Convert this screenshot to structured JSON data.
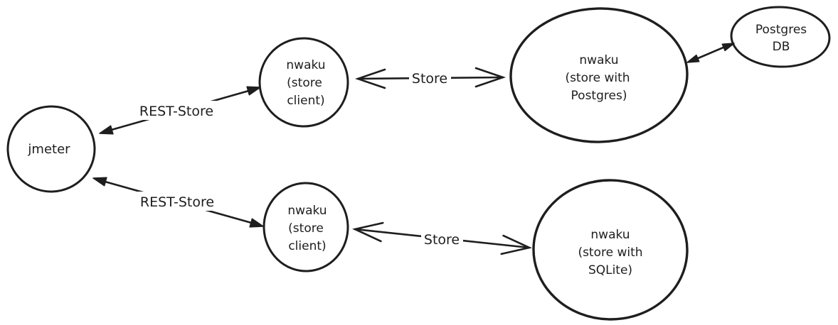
{
  "diagram": {
    "background": "#ffffff",
    "ink_color": "#1e1e1e",
    "nodes": [
      {
        "id": "jmeter",
        "shape": "circle",
        "lines": [
          "jmeter"
        ]
      },
      {
        "id": "nwaku-store-client-top",
        "shape": "circle",
        "lines": [
          "nwaku",
          "(store",
          "client)"
        ]
      },
      {
        "id": "nwaku-store-postgres",
        "shape": "ellipse",
        "lines": [
          "nwaku",
          "(store with",
          "Postgres)"
        ]
      },
      {
        "id": "postgres-db",
        "shape": "ellipse",
        "lines": [
          "Postgres",
          "DB"
        ]
      },
      {
        "id": "nwaku-store-client-bottom",
        "shape": "circle",
        "lines": [
          "nwaku",
          "(store",
          "client)"
        ]
      },
      {
        "id": "nwaku-store-sqlite",
        "shape": "circle",
        "lines": [
          "nwaku",
          "(store with",
          "SQLite)"
        ]
      }
    ],
    "edges": [
      {
        "id": "jmeter-client-top",
        "label": "REST-Store",
        "direction": "both",
        "head_style": "filled"
      },
      {
        "id": "client-top-postgres",
        "label": "Store",
        "direction": "both",
        "head_style": "open"
      },
      {
        "id": "postgres-db-link",
        "label": "",
        "direction": "both",
        "head_style": "filled"
      },
      {
        "id": "jmeter-client-bottom",
        "label": "REST-Store",
        "direction": "both",
        "head_style": "filled"
      },
      {
        "id": "client-bottom-sqlite",
        "label": "Store",
        "direction": "both",
        "head_style": "open"
      }
    ]
  }
}
